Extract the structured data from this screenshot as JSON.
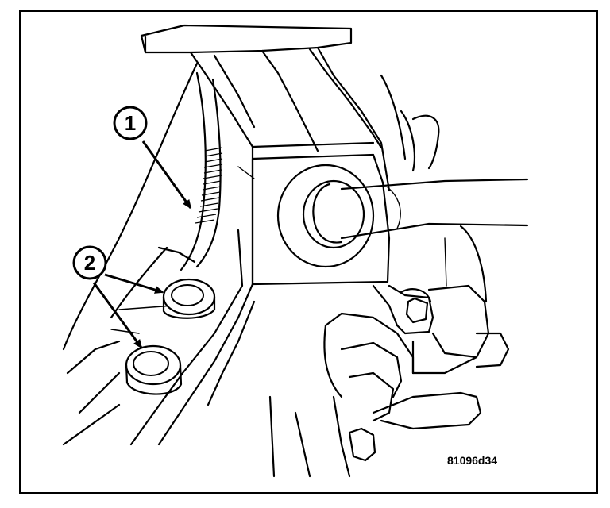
{
  "figure": {
    "id_label": "81096d34",
    "callouts": [
      {
        "number": "1"
      },
      {
        "number": "2"
      }
    ],
    "colors": {
      "ink": "#000000",
      "paper": "#ffffff"
    }
  }
}
